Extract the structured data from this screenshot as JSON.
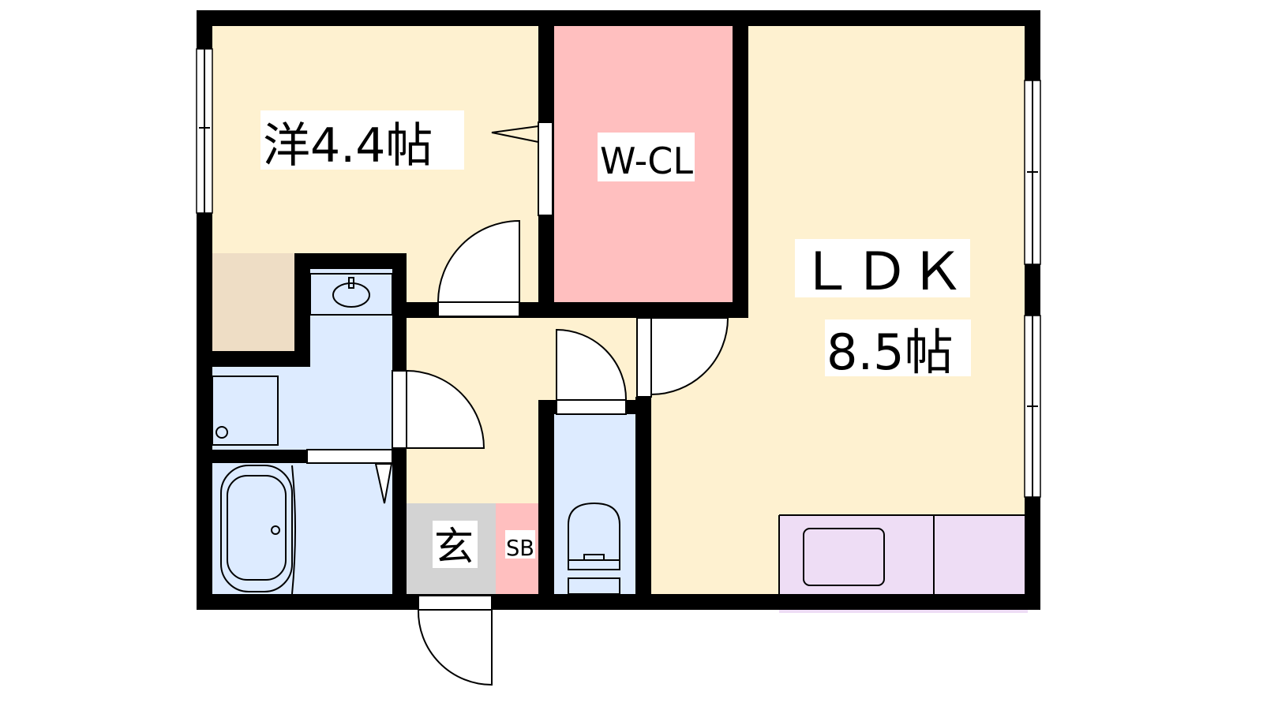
{
  "rooms": {
    "western": {
      "label": "洋4.4帖"
    },
    "walk_in_closet": {
      "label": "W-CL"
    },
    "ldk": {
      "label": "ＬＤＫ",
      "size": "8.5帖"
    },
    "entrance": {
      "label": "玄"
    },
    "shoe_box": {
      "label": "SB"
    }
  },
  "colors": {
    "wall": "#000000",
    "room": "#FEF1D0",
    "closet": "#FFBFBF",
    "wet_area": "#DDEBFF",
    "storage": "#EEDDC5",
    "entrance": "#D3D3D3",
    "kitchen": "#EEDDF5"
  }
}
